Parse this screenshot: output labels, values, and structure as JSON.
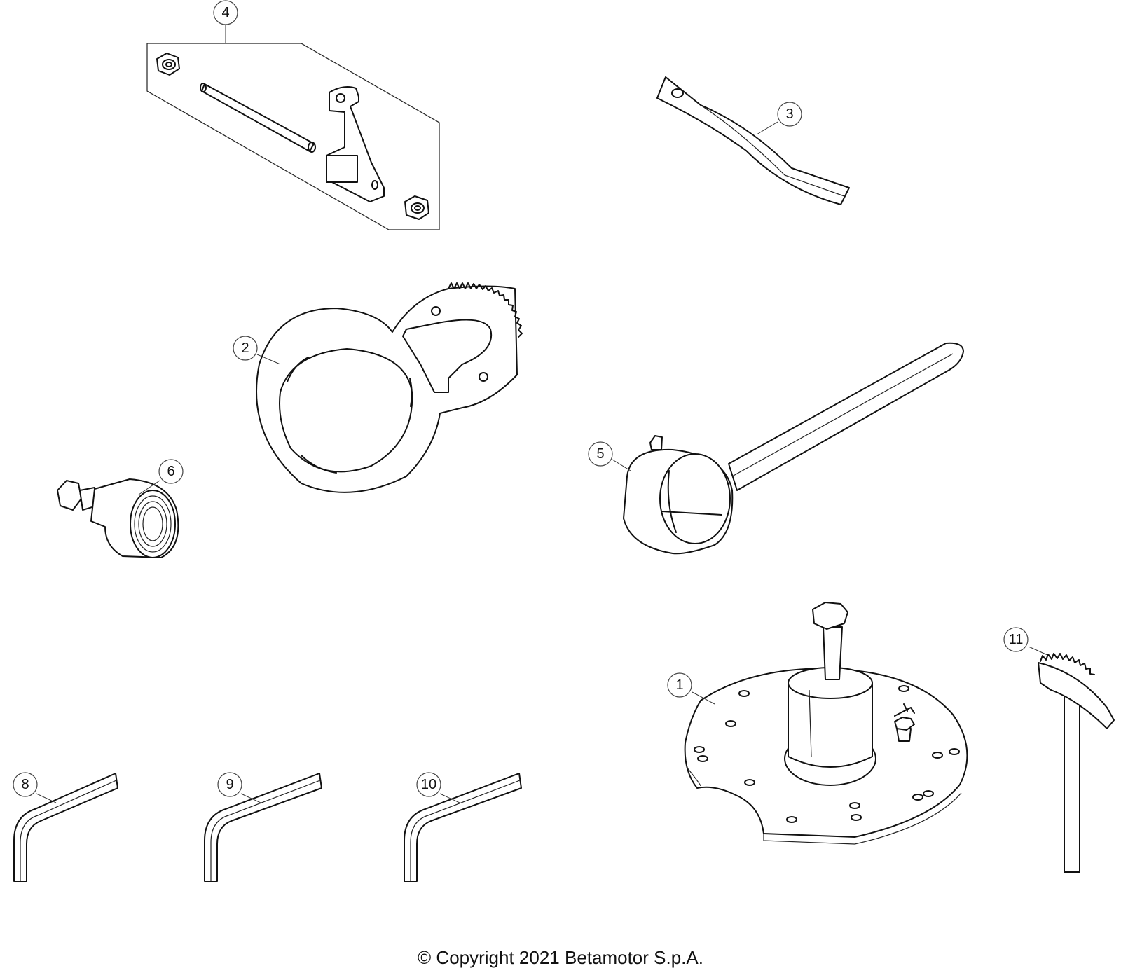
{
  "callouts": [
    {
      "id": "c1",
      "label": "1"
    },
    {
      "id": "c2",
      "label": "2"
    },
    {
      "id": "c3",
      "label": "3"
    },
    {
      "id": "c4",
      "label": "4"
    },
    {
      "id": "c5",
      "label": "5"
    },
    {
      "id": "c6",
      "label": "6"
    },
    {
      "id": "c8",
      "label": "8"
    },
    {
      "id": "c9",
      "label": "9"
    },
    {
      "id": "c10",
      "label": "10"
    },
    {
      "id": "c11",
      "label": "11"
    }
  ],
  "footer": {
    "copyright": "© Copyright 2021 Betamotor S.p.A."
  },
  "colors": {
    "line": "#111111",
    "background": "#ffffff"
  }
}
